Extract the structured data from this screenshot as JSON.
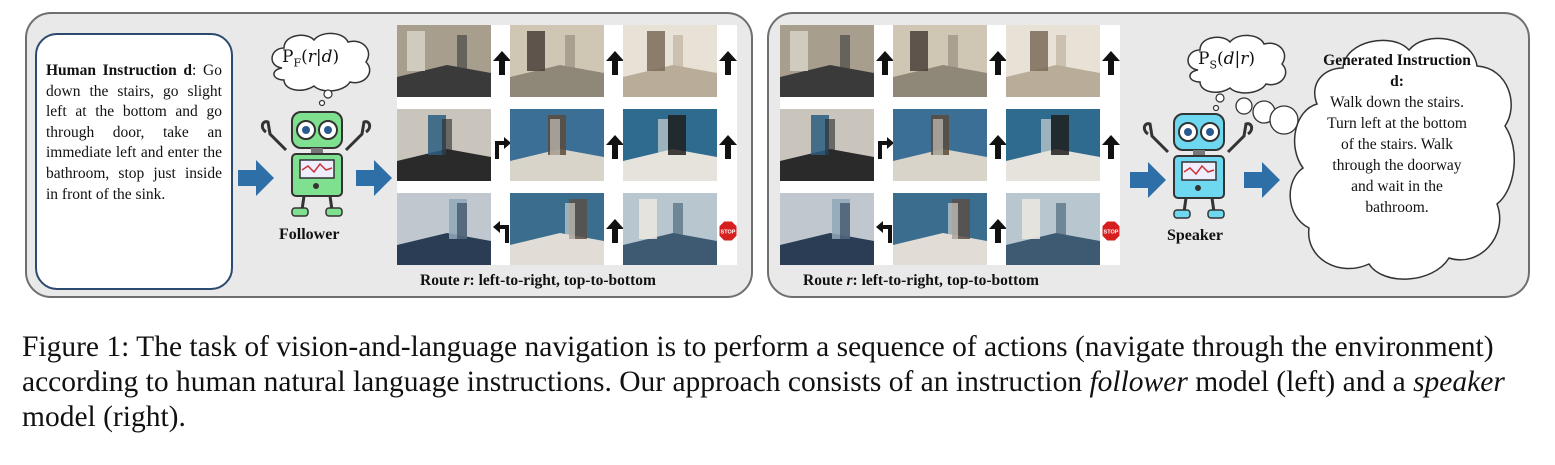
{
  "follower_panel": {
    "instruction_label": "Human Instruction d",
    "instruction_colon": ":",
    "instruction_text": "Go down the stairs, go slight left at the bottom and go through door, take an immediate left and enter the bathroom, stop just inside in front of the sink.",
    "probability": "P_F(r|d)",
    "robot_label": "Follower",
    "route_prefix": "Route ",
    "route_var": "r",
    "route_suffix": ": left-to-right,  top-to-bottom"
  },
  "speaker_panel": {
    "probability": "P_S(d|r)",
    "robot_label": "Speaker",
    "generated_label": "Generated Instruction d:",
    "generated_text": "Walk down the stairs. Turn left at the bottom of the stairs. Walk through the doorway and wait in the bathroom.",
    "route_prefix": "Route ",
    "route_var": "r",
    "route_suffix": ": left-to-right,  top-to-bottom"
  },
  "route_actions": [
    "up-arrow",
    "up-arrow",
    "up-arrow",
    "turn-right-arrow",
    "up-arrow",
    "up-arrow",
    "turn-left-arrow",
    "up-arrow",
    "stop-sign"
  ],
  "stop_sign_text": "STOP",
  "colors": {
    "follower_robot": "#7fe08f",
    "speaker_robot": "#6ed8f0",
    "arrow_blue": "#2f6fa8",
    "panel_bg": "#e9e9e9"
  },
  "caption": {
    "part1": "Figure 1: The task of vision-and-language navigation is to perform a sequence of actions (navigate through the environment) according to human natural language instructions. Our approach consists of an instruction ",
    "follower_word": "follower",
    "part2": " model (left) and a ",
    "speaker_word": "speaker",
    "part3": " model (right)."
  }
}
